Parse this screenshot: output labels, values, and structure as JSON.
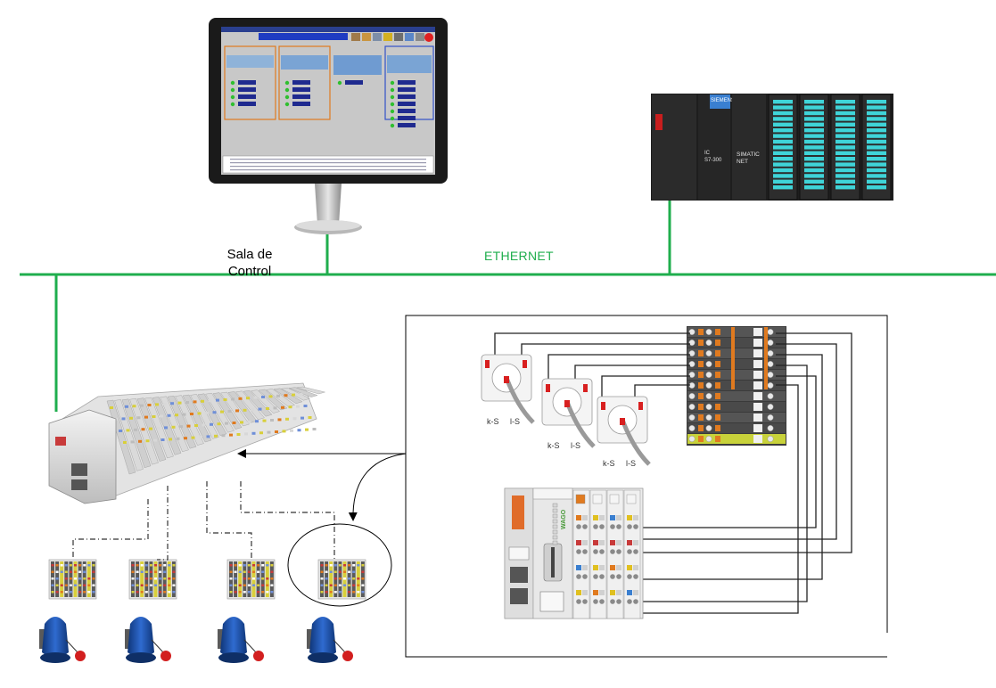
{
  "labels": {
    "control_room_line1": "Sala de",
    "control_room_line2": "Control",
    "network": "ETHERNET"
  },
  "plc": {
    "brand": "SIEMENS",
    "cpu_lines": [
      "IC",
      "S7-300"
    ],
    "comm_lines": [
      "SIMATIC",
      "NET"
    ]
  },
  "sensor_labels": [
    "k-S",
    "l-S"
  ],
  "io_brand": "WAGO",
  "colors": {
    "network_line": "#1fae4d",
    "plc_io_led": "#3fd4d8",
    "pump_blue": "#1c4fa8",
    "pump_float": "#d21f1f",
    "terminal_orange": "#e07a1f"
  },
  "counts": {
    "field_nodes": 4,
    "pumps": 4,
    "level_sensors": 3
  }
}
